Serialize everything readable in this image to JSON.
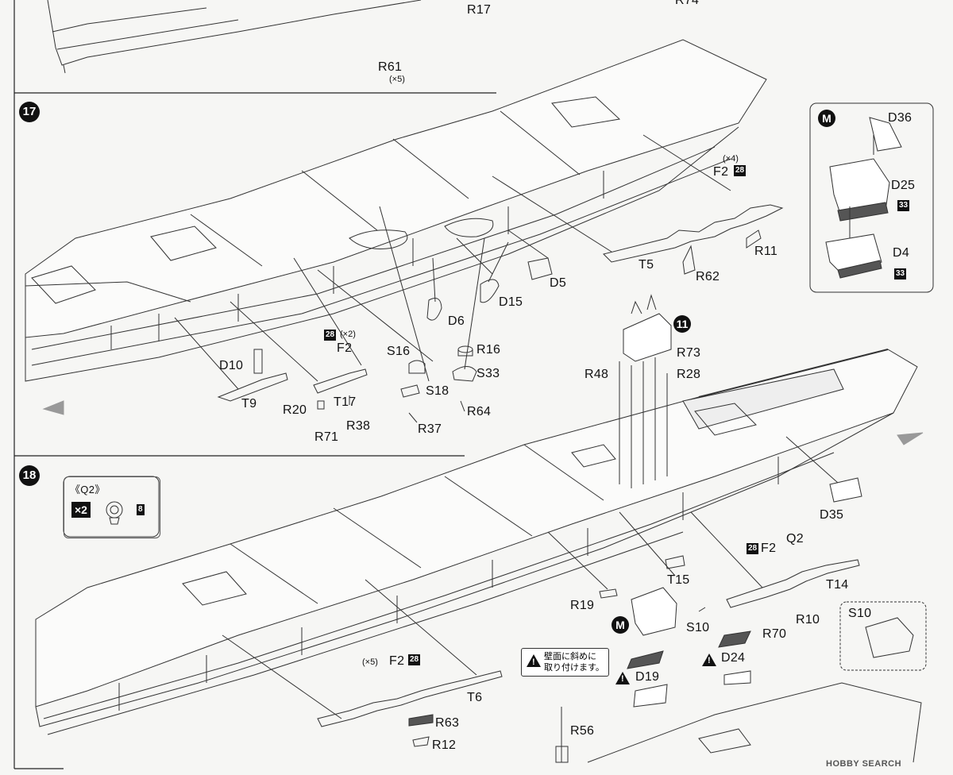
{
  "steps": {
    "s17": "17",
    "s18": "18"
  },
  "subassembly": {
    "bridge": "11"
  },
  "labels": {
    "R17": "R17",
    "R74": "R74",
    "R61": "R61",
    "R61_mult": "(×5)",
    "D36": "D36",
    "D25": "D25",
    "D4": "D4",
    "F2_top": "F2",
    "F2_top_mult": "(×4)",
    "R11": "R11",
    "T5": "T5",
    "R62": "R62",
    "D5": "D5",
    "D15": "D15",
    "D6": "D6",
    "F2_mid": "F2",
    "F2_mid_mult": "(×2)",
    "D10": "D10",
    "T9": "T9",
    "R20": "R20",
    "T17": "T17",
    "R71": "R71",
    "R38": "R38",
    "S16": "S16",
    "S18": "S18",
    "R37": "R37",
    "R16": "R16",
    "S33": "S33",
    "R64": "R64",
    "R48": "R48",
    "R73": "R73",
    "R28": "R28",
    "D35": "D35",
    "Q2_box": "《Q2》",
    "Q2_count": "×2",
    "T15": "T15",
    "R19": "R19",
    "F2_right": "F2",
    "Q2": "Q2",
    "T14": "T14",
    "S10": "S10",
    "R70": "R70",
    "R10": "R10",
    "S10_box": "S10",
    "D24": "D24",
    "D19": "D19",
    "F2_bot": "F2",
    "F2_bot_mult": "(×5)",
    "T6": "T6",
    "R63": "R63",
    "R12": "R12",
    "R56": "R56"
  },
  "paint_codes": {
    "p28_top": "28",
    "p33_a": "33",
    "p33_b": "33",
    "p28_mid": "28",
    "p8": "8",
    "p28_right": "28",
    "p28_bot": "28"
  },
  "marker": {
    "m_box": "M",
    "m_part": "M"
  },
  "note": {
    "line1": "壁面に斜めに",
    "line2": "取り付けます。"
  },
  "watermark": "HOBBY SEARCH",
  "icons": [
    "warning-icon",
    "arrow-left-icon",
    "arrow-right-icon"
  ]
}
